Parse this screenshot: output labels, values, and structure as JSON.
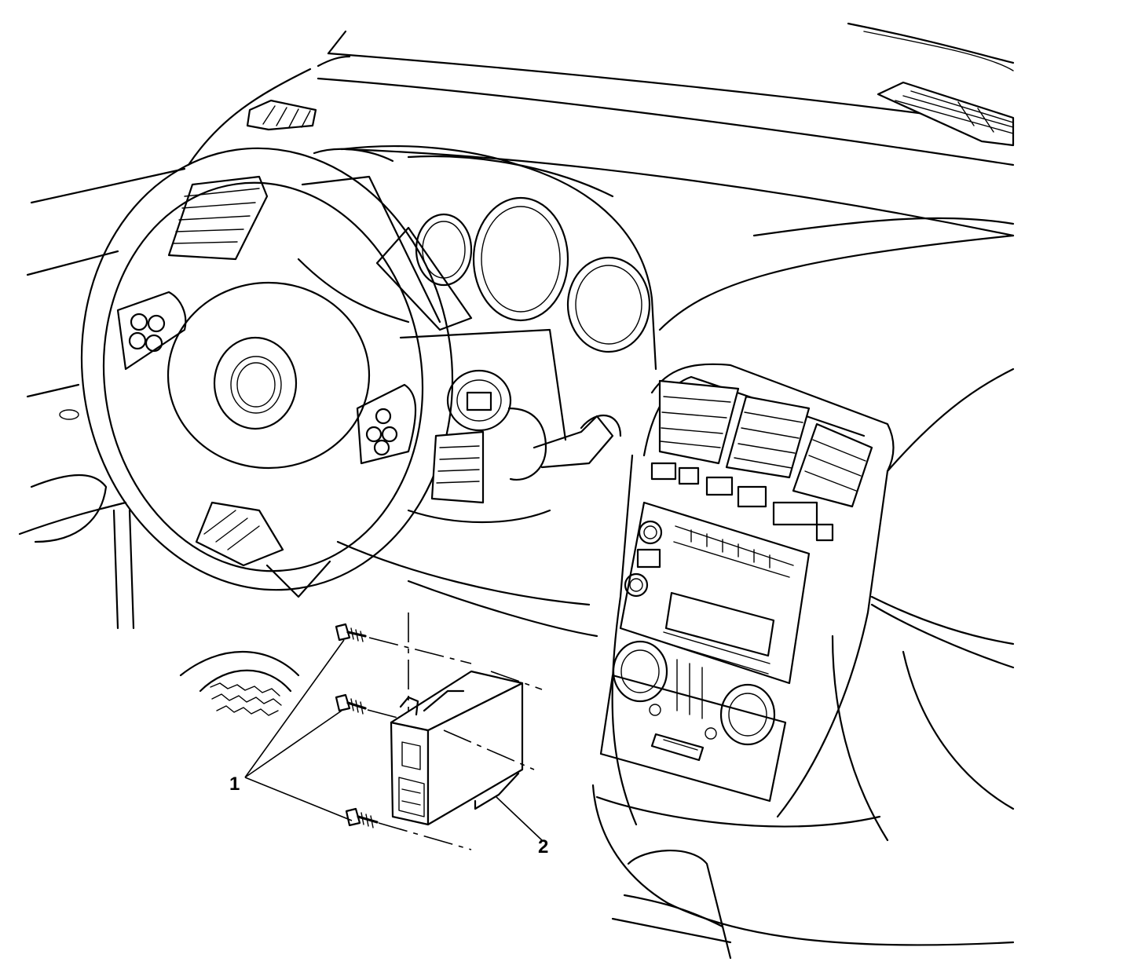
{
  "callouts": [
    {
      "id": "fasteners",
      "label": "1"
    },
    {
      "id": "module",
      "label": "2"
    }
  ],
  "colors": {
    "line": "#000000",
    "background": "#ffffff"
  }
}
